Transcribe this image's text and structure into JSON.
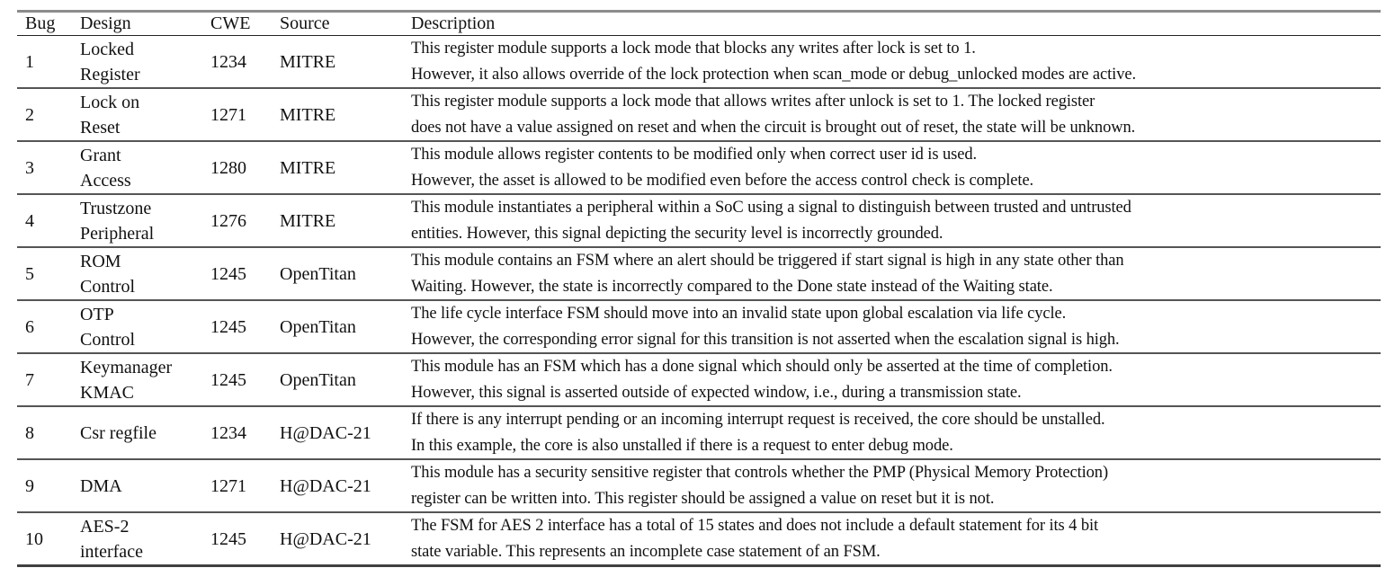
{
  "table": {
    "headers": [
      "Bug",
      "Design",
      "CWE",
      "Source",
      "Description"
    ],
    "rows": [
      {
        "bug": "1",
        "design": "Locked\nRegister",
        "cwe": "1234",
        "source": "MITRE",
        "description": "This register module supports a lock mode that blocks any writes after lock is set to 1.\nHowever, it also allows override of the lock protection when scan_mode or debug_unlocked modes are active."
      },
      {
        "bug": "2",
        "design": "Lock on\nReset",
        "cwe": "1271",
        "source": "MITRE",
        "description": "This register module supports a lock mode that allows writes after unlock is set to 1. The locked register\ndoes not have a value assigned on reset and when the circuit is brought out of reset, the state will be unknown."
      },
      {
        "bug": "3",
        "design": "Grant\nAccess",
        "cwe": "1280",
        "source": "MITRE",
        "description": "This module allows register contents to be modified only when correct user id is used.\nHowever, the asset is allowed to be modified even before the access control check is complete."
      },
      {
        "bug": "4",
        "design": "Trustzone\nPeripheral",
        "cwe": "1276",
        "source": "MITRE",
        "description": "This module instantiates a peripheral within a SoC using a signal to distinguish between trusted and untrusted\nentities. However, this signal depicting the security level is incorrectly grounded."
      },
      {
        "bug": "5",
        "design": "ROM\nControl",
        "cwe": "1245",
        "source": "OpenTitan",
        "description": "This module contains an FSM where an alert should be triggered if start signal is high in any state other than\nWaiting. However, the state is incorrectly compared to the Done state instead of the Waiting state."
      },
      {
        "bug": "6",
        "design": "OTP\nControl",
        "cwe": "1245",
        "source": "OpenTitan",
        "description": "The life cycle interface FSM should move into an invalid state upon global escalation via life cycle.\nHowever, the corresponding error signal for this transition is not asserted when the escalation signal is high."
      },
      {
        "bug": "7",
        "design": "Keymanager\nKMAC",
        "cwe": "1245",
        "source": "OpenTitan",
        "description": "This module has an FSM which has a done signal which should only be asserted at the time of completion.\nHowever, this signal is asserted outside of expected window, i.e., during a transmission state."
      },
      {
        "bug": "8",
        "design": "Csr regfile",
        "cwe": "1234",
        "source": "H@DAC-21",
        "description": "If there is any interrupt pending or an incoming interrupt request is received, the core should be unstalled.\nIn this example, the core is also unstalled if there is a request to enter debug mode."
      },
      {
        "bug": "9",
        "design": "DMA",
        "cwe": "1271",
        "source": "H@DAC-21",
        "description": "This module has a security sensitive register that controls whether the PMP (Physical Memory Protection)\nregister can be written into. This register should be assigned a value on reset but it is not."
      },
      {
        "bug": "10",
        "design": "AES-2\ninterface",
        "cwe": "1245",
        "source": "H@DAC-21",
        "description": "The FSM for AES 2 interface has a total of 15 states and does not include a default statement for its 4 bit\nstate variable. This represents an incomplete case statement of an FSM."
      }
    ]
  }
}
